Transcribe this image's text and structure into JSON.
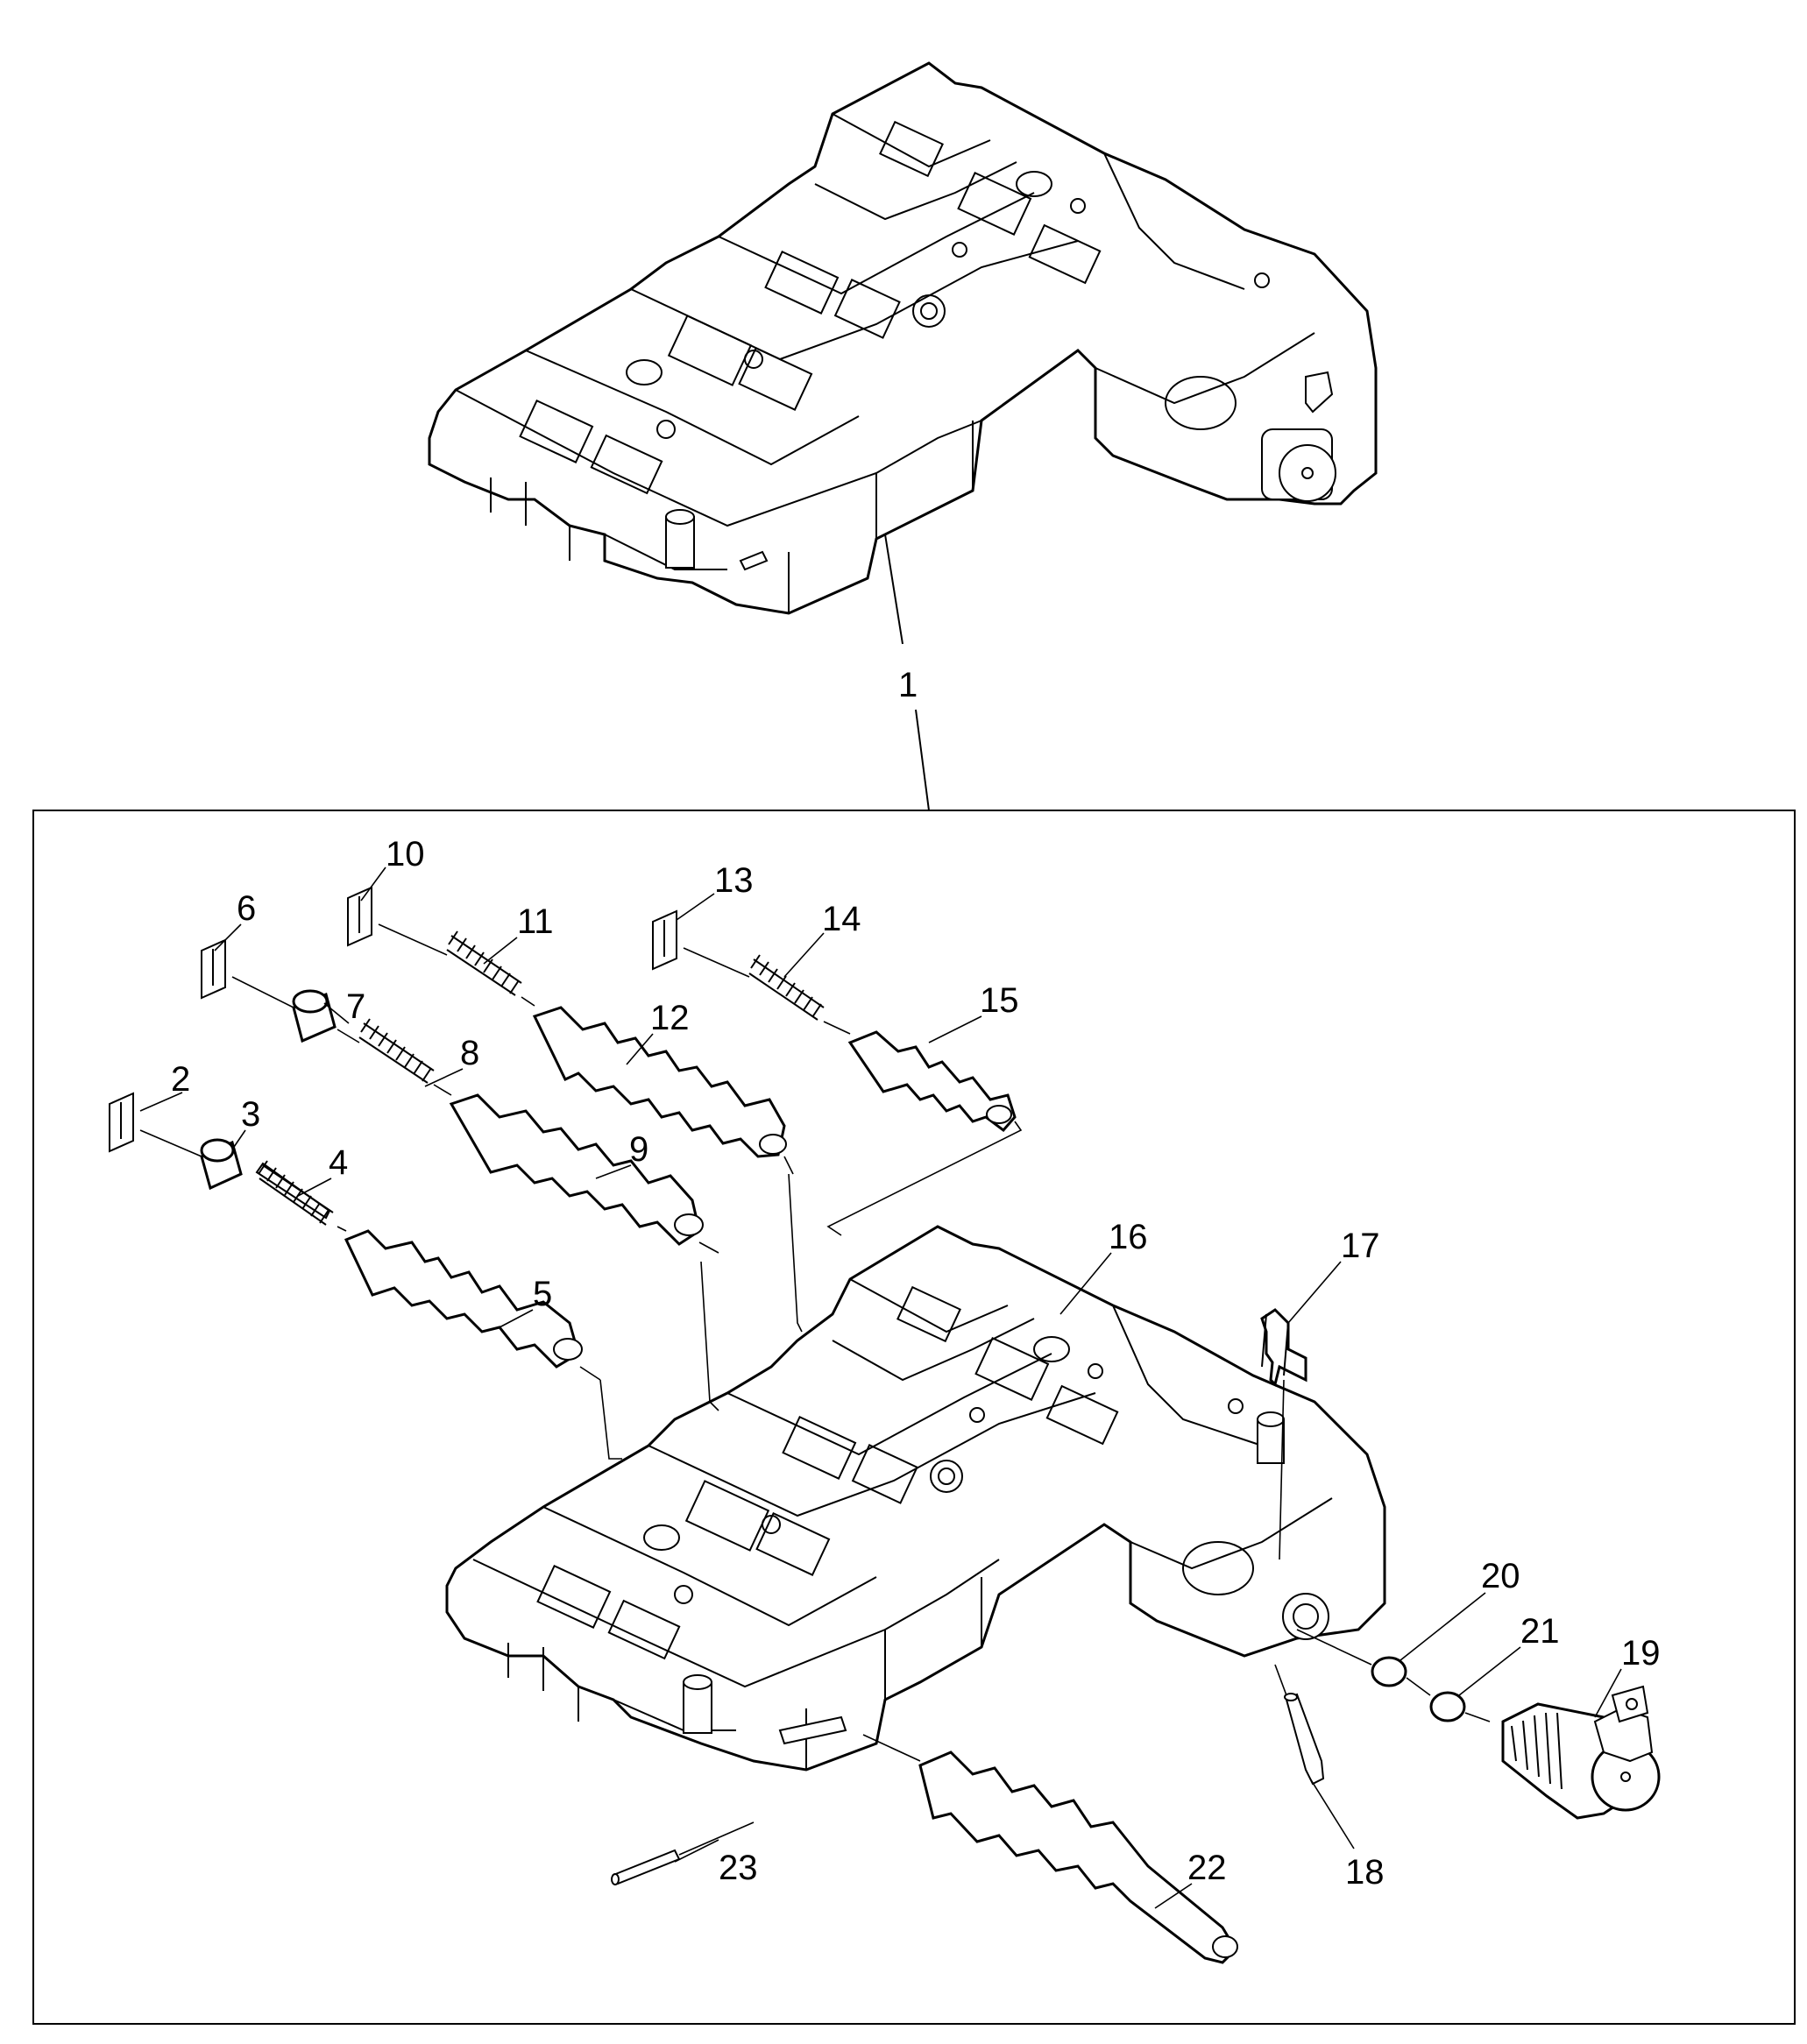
{
  "callouts": {
    "c1": "1",
    "c2": "2",
    "c3": "3",
    "c4": "4",
    "c5": "5",
    "c6": "6",
    "c7": "7",
    "c8": "8",
    "c9": "9",
    "c10": "10",
    "c11": "11",
    "c12": "12",
    "c13": "13",
    "c14": "14",
    "c15": "15",
    "c16": "16",
    "c17": "17",
    "c18": "18",
    "c19": "19",
    "c20": "20",
    "c21": "21",
    "c22": "22",
    "c23": "23"
  },
  "colors": {
    "ink": "#000000",
    "paper": "#ffffff"
  }
}
